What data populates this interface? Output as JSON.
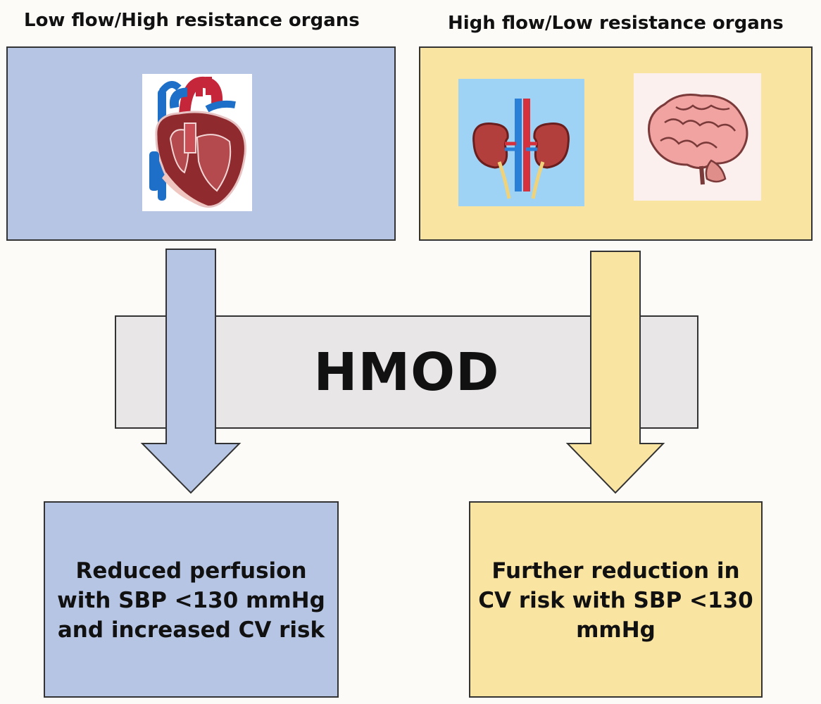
{
  "headings": {
    "left": "Low flow/High resistance organs",
    "right": "High flow/Low resistance organs"
  },
  "center": {
    "label": "HMOD"
  },
  "results": {
    "left": [
      "Reduced perfusion",
      "with SBP <130 mmHg",
      "and increased CV risk"
    ],
    "right": [
      "Further reduction in",
      "CV risk with SBP <130",
      "mmHg"
    ]
  },
  "organs": {
    "left": [
      "heart-icon"
    ],
    "right": [
      "kidneys-icon",
      "brain-icon"
    ]
  },
  "colors": {
    "blue": "#b7c5e4",
    "yellow": "#fae4a1",
    "gray": "#e8e6e6",
    "kidney_bg": "#9fd3f5",
    "brain_bg": "#fcf0ee"
  }
}
